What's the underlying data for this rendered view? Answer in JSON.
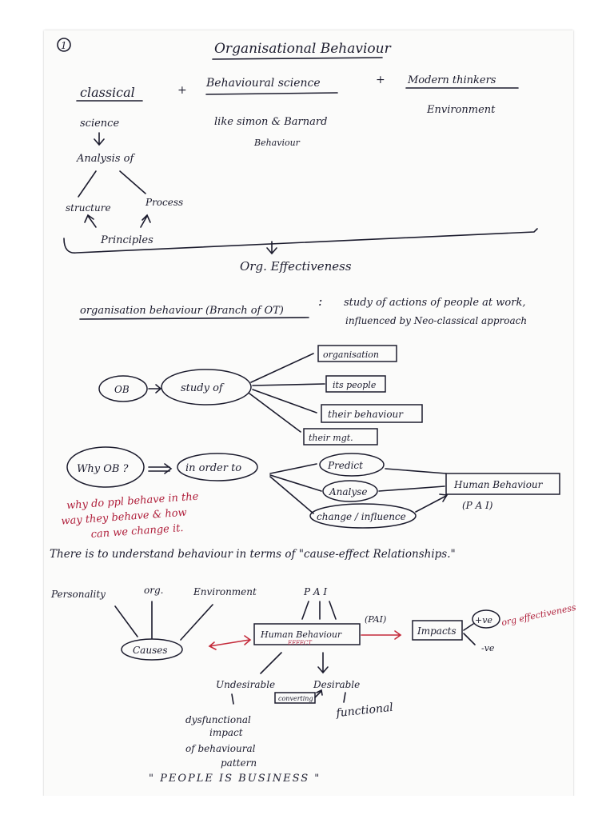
{
  "page_number": "1",
  "title": "Organisational Behaviour",
  "header": {
    "classical": "classical",
    "plus1": "+",
    "behavioural_science": "Behavioural science",
    "plus2": "+",
    "modern_thinkers": "Modern thinkers",
    "science": "science",
    "like_simon": "like simon & Barnard",
    "behaviour": "Behaviour",
    "environment": "Environment"
  },
  "analysis": {
    "analysis_of": "Analysis of",
    "structure": "structure",
    "process": "Process",
    "principles": "Principles"
  },
  "org_effectiveness": "Org. Effectiveness",
  "definition": {
    "term": "organisation behaviour (Branch of OT)",
    "colon": ":",
    "line1": "study of actions of people at work,",
    "line2": "influenced by Neo-classical approach"
  },
  "ob_diagram": {
    "ob": "OB",
    "study_of": "study of",
    "branches": [
      "organisation",
      "its people",
      "their behaviour",
      "their mgt."
    ]
  },
  "why_ob": {
    "why_ob": "Why OB ?",
    "in_order_to": "in order to",
    "actions": [
      "Predict",
      "Analyse",
      "change / influence"
    ],
    "human_behaviour": "Human Behaviour",
    "pai": "(P A I)"
  },
  "red_note": {
    "line1": "why do ppl behave in the",
    "line2": "way they behave & how",
    "line3": "can we change it."
  },
  "cause_effect_line": "There is to understand behaviour in terms of \"cause-effect Relationships.\"",
  "causes_diagram": {
    "personality": "Personality",
    "org": "org.",
    "environment": "Environment",
    "causes": "Causes",
    "pai_top": "P A I",
    "human_behaviour": "Human Behaviour",
    "effect": "EFFECT",
    "pai_side": "(PAI)",
    "impacts": "Impacts",
    "plus_ve": "+ve",
    "minus_ve": "-ve",
    "org_effectiveness": "org effectiveness",
    "undesirable": "Undesirable",
    "desirable": "Desirable",
    "converting": "converting",
    "functional": "functional",
    "dysfunctional_1": "dysfunctional",
    "dysfunctional_2": "impact",
    "dysfunctional_3": "of behavioural",
    "dysfunctional_4": "pattern"
  },
  "quote": "\" PEOPLE IS BUSINESS \""
}
